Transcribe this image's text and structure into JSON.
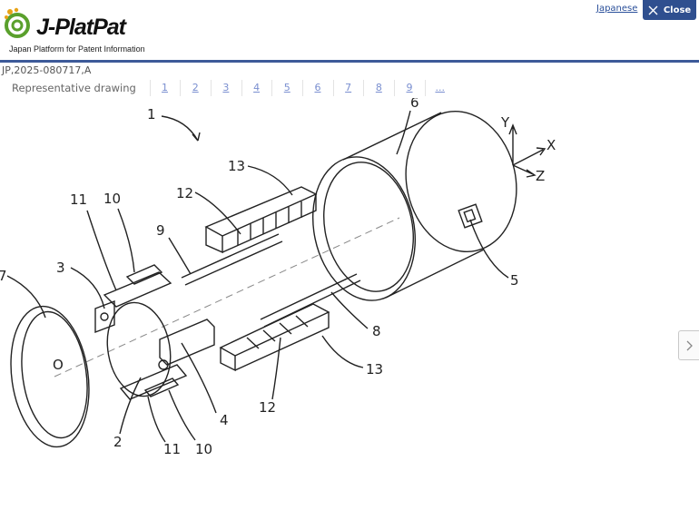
{
  "brand": {
    "logo_text": "J-PlatPat",
    "tagline": "Japan Platform for Patent Information"
  },
  "header": {
    "language_link": "Japanese",
    "close_label": "Close"
  },
  "document": {
    "id": "JP,2025-080717,A"
  },
  "tabs": {
    "representative": "Representative drawing",
    "pages": [
      "1",
      "2",
      "3",
      "4",
      "5",
      "6",
      "7",
      "8",
      "9",
      "..."
    ]
  },
  "drawing": {
    "labels": {
      "n1": "1",
      "n2": "2",
      "n3": "3",
      "n4": "4",
      "n5": "5",
      "n6": "6",
      "n7": "7",
      "n8": "8",
      "n9": "9",
      "n10a": "10",
      "n10b": "10",
      "n11a": "11",
      "n11b": "11",
      "n12a": "12",
      "n12b": "12",
      "n13a": "13",
      "n13b": "13",
      "o": "O"
    },
    "axes": {
      "x": "X",
      "y": "Y",
      "z": "Z"
    }
  },
  "colors": {
    "brand_blue": "#2f4f8f",
    "link": "#7a8fd0"
  }
}
